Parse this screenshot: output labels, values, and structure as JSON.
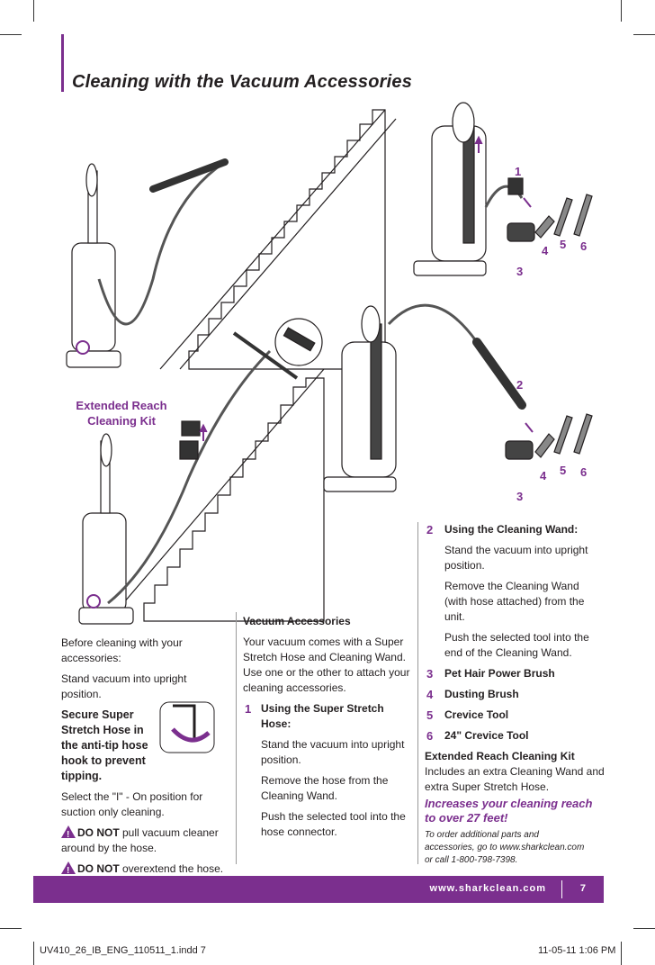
{
  "page_title": "Cleaning with the Vacuum Accessories",
  "figure_labels": {
    "extended_reach": "Extended Reach Cleaning Kit",
    "top_callouts": [
      "1",
      "3",
      "4",
      "5",
      "6"
    ],
    "mid_callouts": [
      "2",
      "3",
      "4",
      "5",
      "6"
    ]
  },
  "left_column": {
    "intro": "Before cleaning with your accessories:",
    "step1": "Stand vacuum into upright position.",
    "secure_bold": "Secure Super Stretch Hose in the anti-tip hose hook to prevent tipping.",
    "select_text": "Select the \"I\" - On position for suction only cleaning.",
    "warning1_bold": "DO NOT",
    "warning1_text": " pull vacuum cleaner around by the hose.",
    "warning2_bold": "DO NOT",
    "warning2_text": " overextend the hose."
  },
  "middle_column": {
    "heading": "Vacuum Accessories",
    "intro": "Your vacuum comes with a Super Stretch Hose and Cleaning Wand. Use one or the other to attach your cleaning accessories.",
    "item1_num": "1",
    "item1_title": "Using the Super Stretch Hose:",
    "item1_p1": "Stand the vacuum into upright position.",
    "item1_p2": "Remove the hose from the Cleaning Wand.",
    "item1_p3": "Push the selected tool into the hose connector."
  },
  "right_column": {
    "item2_num": "2",
    "item2_title": "Using the Cleaning Wand:",
    "item2_p1": "Stand the vacuum into upright position.",
    "item2_p2": "Remove the Cleaning Wand (with hose attached) from the unit.",
    "item2_p3": "Push the selected tool into the end of the Cleaning Wand.",
    "items": [
      {
        "num": "3",
        "label": "Pet Hair Power Brush"
      },
      {
        "num": "4",
        "label": "Dusting Brush"
      },
      {
        "num": "5",
        "label": "Crevice Tool"
      },
      {
        "num": "6",
        "label": "24\" Crevice Tool"
      }
    ],
    "kit_title": "Extended Reach Cleaning Kit",
    "kit_text": "Includes an extra Cleaning Wand and extra Super Stretch Hose.",
    "kit_highlight": "Increases your cleaning reach to over 27 feet!",
    "order_text": "To order additional parts and accessories, go to www.sharkclean.com or call 1-800-798-7398."
  },
  "footer": {
    "url": "www.sharkclean.com",
    "page_num": "7"
  },
  "slug": {
    "file": "UV410_26_IB_ENG_110511_1.indd   7",
    "date": "11-05-11   1:06 PM"
  },
  "colors": {
    "accent": "#7b2f8e",
    "text": "#231f20"
  }
}
